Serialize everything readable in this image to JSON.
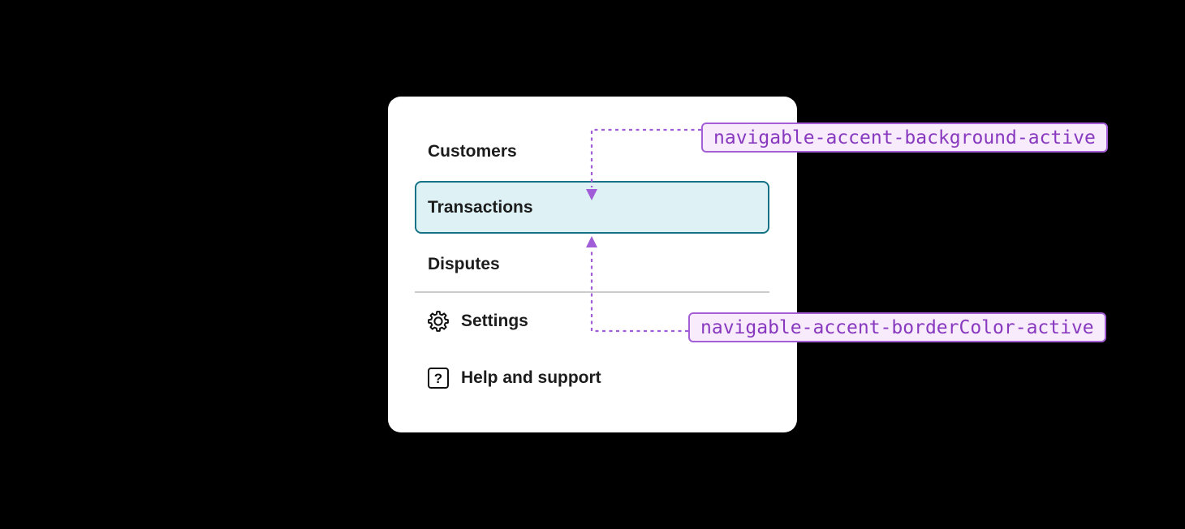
{
  "canvas": {
    "background": "#000000"
  },
  "nav_card": {
    "items": [
      {
        "label": "Customers",
        "active": false
      },
      {
        "label": "Transactions",
        "active": true
      },
      {
        "label": "Disputes",
        "active": false
      }
    ],
    "utility_items": [
      {
        "label": "Settings",
        "icon": "gear-icon"
      },
      {
        "label": "Help and support",
        "icon": "help-icon",
        "icon_glyph": "?"
      }
    ],
    "active_item_style": {
      "background": "#def2f5",
      "border_color": "#167286"
    }
  },
  "annotations": {
    "accent_color": "#a15cd8",
    "label_background": "#f7ebfc",
    "label_border_color": "#a55fd6",
    "label_text_color": "#8839bf",
    "labels": [
      {
        "token": "navigable-accent-background-active"
      },
      {
        "token": "navigable-accent-borderColor-active"
      }
    ]
  }
}
